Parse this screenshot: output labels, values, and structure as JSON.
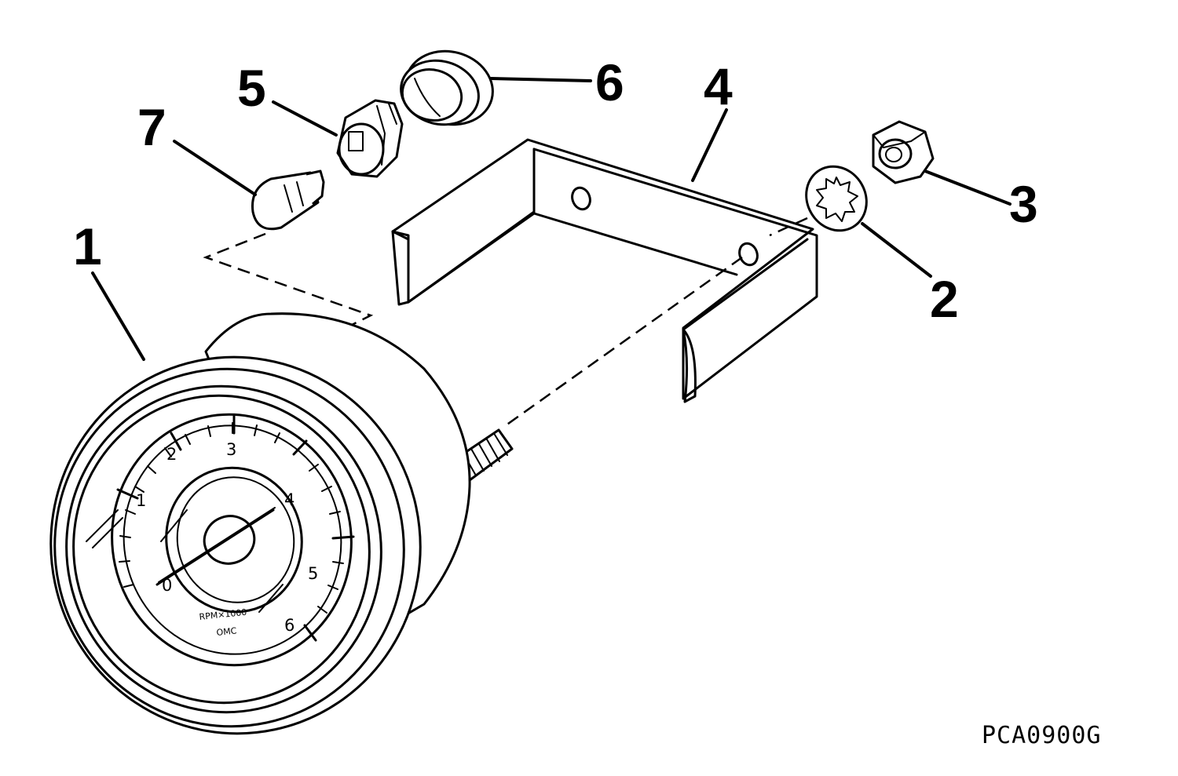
{
  "callouts": [
    {
      "number": "1"
    },
    {
      "number": "2"
    },
    {
      "number": "3"
    },
    {
      "number": "4"
    },
    {
      "number": "5"
    },
    {
      "number": "6"
    },
    {
      "number": "7"
    }
  ],
  "dial": {
    "numbers": [
      "0",
      "1",
      "2",
      "3",
      "4",
      "5",
      "6"
    ],
    "unit_label": "RPM×1000",
    "sub_label": "OMC"
  },
  "figure_code": "PCA0900G"
}
